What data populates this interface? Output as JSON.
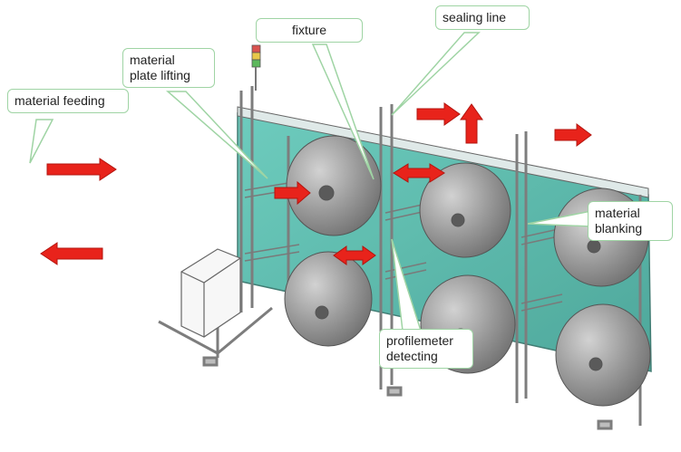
{
  "labels": {
    "fixture": "fixture",
    "sealing_line": "sealing line",
    "material_plate_lifting": "material\nplate lifting",
    "material_feeding": "material feeding",
    "material_blanking": "material\nblanking",
    "profilemeter_detecting": "profilemeter\ndetecting"
  },
  "colors": {
    "arrow": "#e8231b",
    "panel": "#4fb8a8",
    "roll": "#8f8f8f",
    "frame": "#9a9a9a",
    "callout_border": "#9fd4a4"
  },
  "icons": {
    "signal_tower": "signal-tower-icon",
    "arrow": "arrow-icon"
  }
}
